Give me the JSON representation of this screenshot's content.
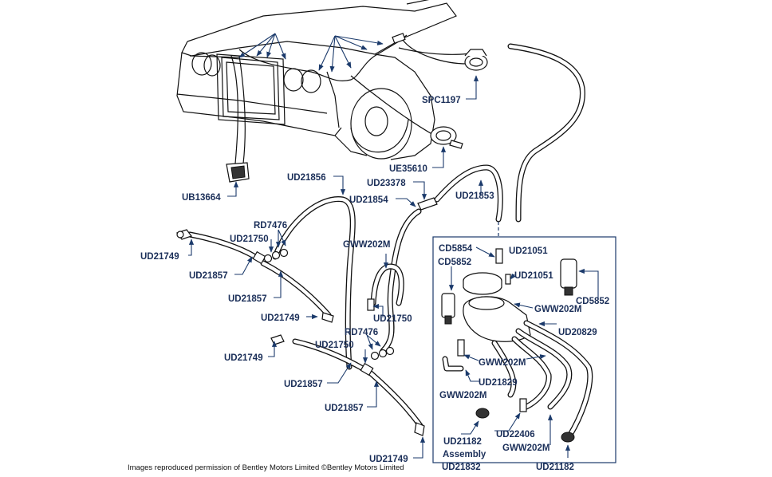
{
  "labels": {
    "spc1197": "SPC1197",
    "ue35610": "UE35610",
    "ub13664": "UB13664",
    "ud21856": "UD21856",
    "ud23378": "UD23378",
    "ud21854": "UD21854",
    "ud21853": "UD21853",
    "rd7476_top": "RD7476",
    "ud21750_top": "UD21750",
    "ud21749_1": "UD21749",
    "ud21857_1": "UD21857",
    "ud21857_2": "UD21857",
    "ud21749_2": "UD21749",
    "gww202m_mid": "GWW202M",
    "ud21750_mid": "UD21750",
    "rd7476_bottom": "RD7476",
    "ud21750_bottom": "UD21750",
    "ud21749_3": "UD21749",
    "ud21857_3": "UD21857",
    "ud21857_4": "UD21857",
    "ud21749_4": "UD21749",
    "cd5854": "CD5854",
    "ud21051_1": "UD21051",
    "cd5852_left": "CD5852",
    "ud21051_2": "UD21051",
    "cd5852_right": "CD5852",
    "gww202m_inset1": "GWW202M",
    "ud20829": "UD20829",
    "gww202m_inset2": "GWW202M",
    "ud21829": "UD21829",
    "gww202m_inset3": "GWW202M",
    "ud21182_left": "UD21182",
    "assembly": "Assembly",
    "ud21832": "UD21832",
    "ud22406": "UD22406",
    "gww202m_inset4": "GWW202M",
    "ud21182_right": "UD21182"
  },
  "caption": "Images reproduced permission of Bentley Motors Limited ©Bentley Motors Limited"
}
